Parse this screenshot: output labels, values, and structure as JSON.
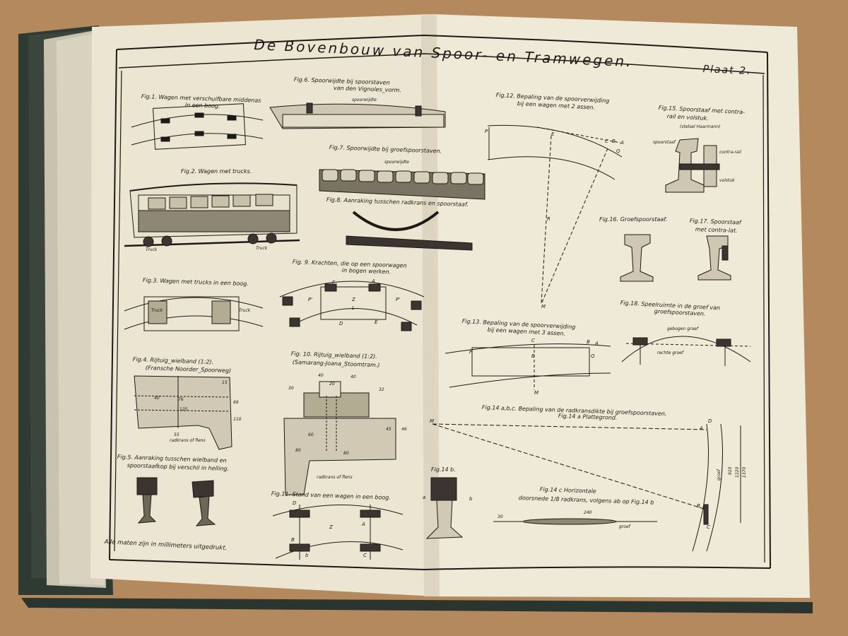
{
  "plate": {
    "title": "De Bovenbouw van Spoor- en Tramwegen.",
    "plate_number": "Plaat 2.",
    "footer_note": "Alle maten zijn in millimeters uitgedrukt."
  },
  "figures": {
    "fig1": {
      "caption_1": "Fig.1. Wagen met verschuifbare middenas",
      "caption_2": "in een boog."
    },
    "fig2": {
      "caption": "Fig.2. Wagen met trucks.",
      "label_truck_left": "Truck",
      "label_truck_right": "Truck"
    },
    "fig3": {
      "caption": "Fig.3. Wagen met trucks in een boog.",
      "label_truck_left": "Truck",
      "label_truck_right": "Truck"
    },
    "fig4": {
      "caption_1": "Fig.4. Rijtuig_wielband (1:2).",
      "caption_2": "(Fransche Noorder_Spoorweg)",
      "label_flange": "radkrans of flens",
      "dims": [
        "15",
        "76",
        "125",
        "55",
        "40",
        "66",
        "110"
      ]
    },
    "fig5": {
      "caption_1": "Fig.5. Aanraking tusschen wielband en",
      "caption_2": "spoorstaafkop bij verschil in helling."
    },
    "fig6": {
      "caption_1": "Fig.6. Spoorwijdte bij spoorstaven",
      "caption_2": "van den Vignoles_vorm.",
      "label": "spoorwijdte"
    },
    "fig7": {
      "caption": "Fig.7. Spoorwijdte bij groefspoorstaven.",
      "label": "spoorwijdte"
    },
    "fig8": {
      "caption": "Fig.8. Aanraking tusschen radkrans en spoorstaaf."
    },
    "fig9": {
      "caption_1": "Fig. 9. Krachten, die op een spoorwagen",
      "caption_2": "in bogen werken.",
      "letters": [
        "F",
        "A",
        "P'",
        "Z",
        "L",
        "P'",
        "D",
        "E"
      ]
    },
    "fig10": {
      "caption_1": "Fig. 10. Rijtuig_wielband (1:2).",
      "caption_2": "(Samarang-Joana_Stoomtram.)",
      "label_flange": "radkrans of flens",
      "dims": [
        "30",
        "40",
        "20",
        "40",
        "32",
        "80",
        "80",
        "60",
        "45",
        "46"
      ]
    },
    "fig11": {
      "caption": "Fig.11. Stand van een wagen in een boog.",
      "letters": [
        "D",
        "A",
        "Z",
        "B",
        "C",
        "b"
      ]
    },
    "fig12": {
      "caption_1": "Fig.12. Bepaling van de spoorverwijding",
      "caption_2": "bij een wagen met 2 assen.",
      "letters": [
        "P",
        "E",
        "C",
        "B",
        "A",
        "Q",
        "R",
        "M"
      ]
    },
    "fig13": {
      "caption_1": "Fig.13. Bepaling van de spoorverwijding",
      "caption_2": "bij een wagen met 3 assen.",
      "letters": [
        "P",
        "C",
        "B",
        "A",
        "E",
        "Q",
        "M"
      ]
    },
    "fig14": {
      "caption_1": "Fig.14 a,b,c. Bepaling van de radkransdikte bij groefspoorstaven.",
      "caption_2": "Fig.14 a Plattegrond.",
      "letters": [
        "M",
        "D",
        "A",
        "B",
        "C"
      ],
      "dims": [
        "groef",
        "910",
        "1220",
        "1370"
      ]
    },
    "fig14b": {
      "caption": "Fig.14 b.",
      "letters": [
        "a",
        "b"
      ]
    },
    "fig14c": {
      "caption_1": "Fig.14 c Horizontale",
      "caption_2": "doorsnede 1/8 radkrans, volgens ab op Fig.14 b",
      "dims": [
        "30",
        "240"
      ],
      "label_groove": "groef"
    },
    "fig15": {
      "caption_1": "Fig.15. Spoorstaaf met contra-",
      "caption_2": "rail en volstuk.",
      "caption_3": "(stelsel Haarmann)",
      "label_rail": "spoorstaaf",
      "label_contra": "contra-rail",
      "label_volstuk": "volstuk"
    },
    "fig16": {
      "caption": "Fig.16. Groefspoorstaaf."
    },
    "fig17": {
      "caption_1": "Fig.17. Spoorstaaf",
      "caption_2": "met contra-lat."
    },
    "fig18": {
      "caption_1": "Fig.18. Speelruimte in de groef van",
      "caption_2": "groefspoorstaven.",
      "label_left": "rechte groef",
      "label_top": "gebogen groef"
    }
  },
  "colors": {
    "table": "#b98e62",
    "paper": "#efe9d8",
    "ink": "#1c1a17",
    "binding": "#39453d"
  }
}
